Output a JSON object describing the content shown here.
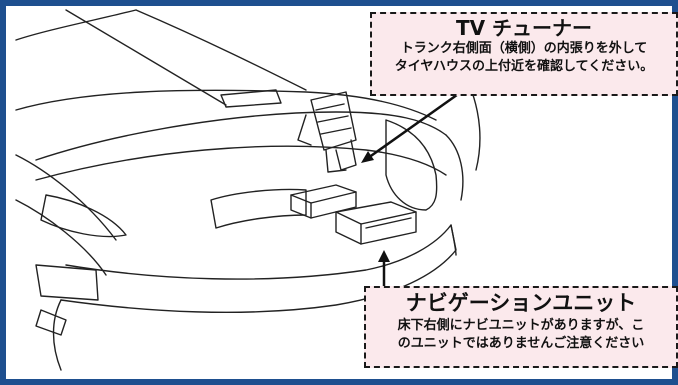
{
  "callouts": {
    "tv_tuner": {
      "title": "TV チューナー",
      "line1": "トランク右側面（横側）の内張りを外して",
      "line2": "タイヤハウスの上付近を確認してください。"
    },
    "navi_unit": {
      "title": "ナビゲーションユニット",
      "line1": "床下右側にナビユニットがありますが、こ",
      "line2": "のユニットではありませんご注意ください"
    }
  },
  "colors": {
    "frame": "#1e4f8f",
    "callout_bg": "#fbe9ec",
    "line": "#1a1a1a"
  }
}
